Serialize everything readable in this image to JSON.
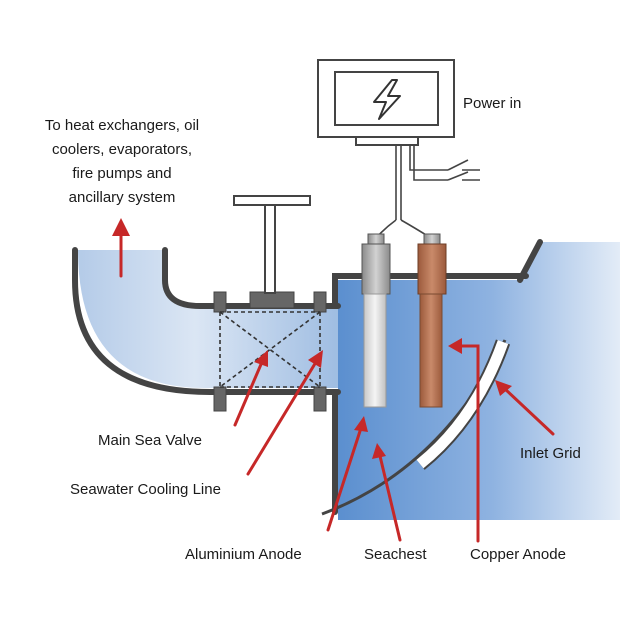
{
  "labels": {
    "power_in": "Power in",
    "destination": [
      "To heat exchangers, oil",
      "coolers, evaporators,",
      "fire pumps and",
      "ancillary system"
    ],
    "main_sea_valve": "Main Sea Valve",
    "seawater_cooling_line": "Seawater Cooling Line",
    "aluminium_anode": "Aluminium Anode",
    "seachest": "Seachest",
    "copper_anode": "Copper Anode",
    "inlet_grid": "Inlet Grid"
  },
  "colors": {
    "arrow_red": "#c62828",
    "outline": "#444444",
    "water_dark": "#5b8fcf",
    "water_light": "#e3ecf7",
    "copper": "#b07050",
    "aluminium": "#e4e4e4"
  },
  "icons": {
    "power_symbol": "lightning-bolt-icon"
  }
}
